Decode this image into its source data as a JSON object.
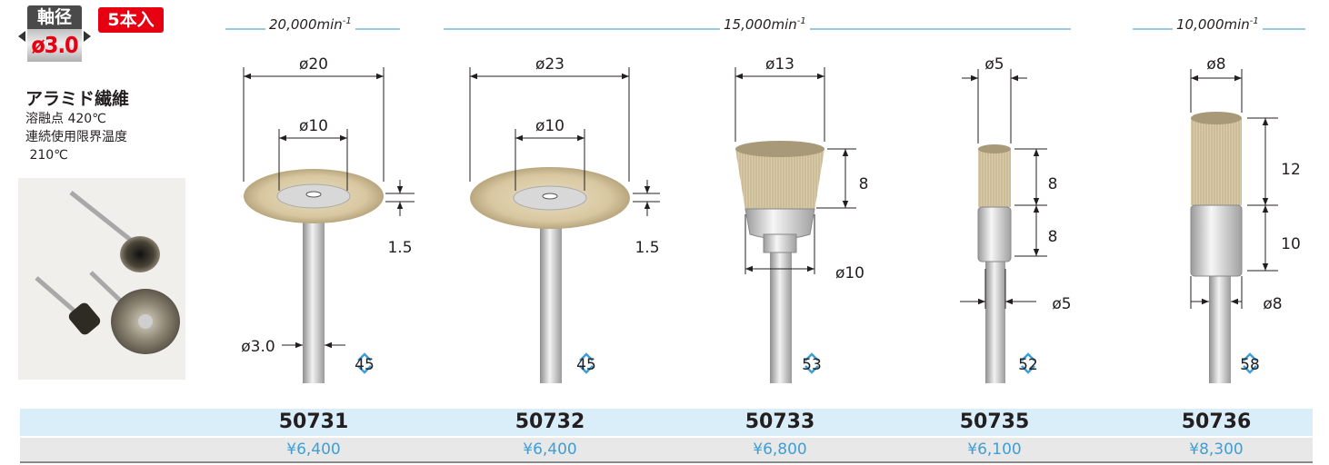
{
  "badge": {
    "shaft_label": "軸径",
    "shaft_value": "ø3.0",
    "quantity": "5本入"
  },
  "material": {
    "title": "アラミド繊維",
    "lines": [
      "溶融点 420℃",
      "連続使用限界温度",
      " 210℃"
    ]
  },
  "speeds": [
    {
      "label": "20,000min",
      "exp": "-1"
    },
    {
      "label": "15,000min",
      "exp": "-1"
    },
    {
      "label": "10,000min",
      "exp": "-1"
    }
  ],
  "products": [
    {
      "code": "50731",
      "price": "¥6,400",
      "length": "45",
      "dims": [
        "ø20",
        "ø10",
        "1.5",
        "ø3.0"
      ]
    },
    {
      "code": "50732",
      "price": "¥6,400",
      "length": "45",
      "dims": [
        "ø23",
        "ø10",
        "1.5"
      ]
    },
    {
      "code": "50733",
      "price": "¥6,800",
      "length": "53",
      "dims": [
        "ø13",
        "8",
        "ø10"
      ]
    },
    {
      "code": "50735",
      "price": "¥6,100",
      "length": "52",
      "dims": [
        "ø5",
        "8",
        "8",
        "ø5"
      ]
    },
    {
      "code": "50736",
      "price": "¥8,300",
      "length": "58",
      "dims": [
        "ø8",
        "12",
        "10",
        "ø8"
      ]
    }
  ],
  "colors": {
    "accent_red": "#e60012",
    "code_row_bg": "#daeef9",
    "price_text": "#3d9fd6",
    "speed_line": "#5aaad8"
  }
}
